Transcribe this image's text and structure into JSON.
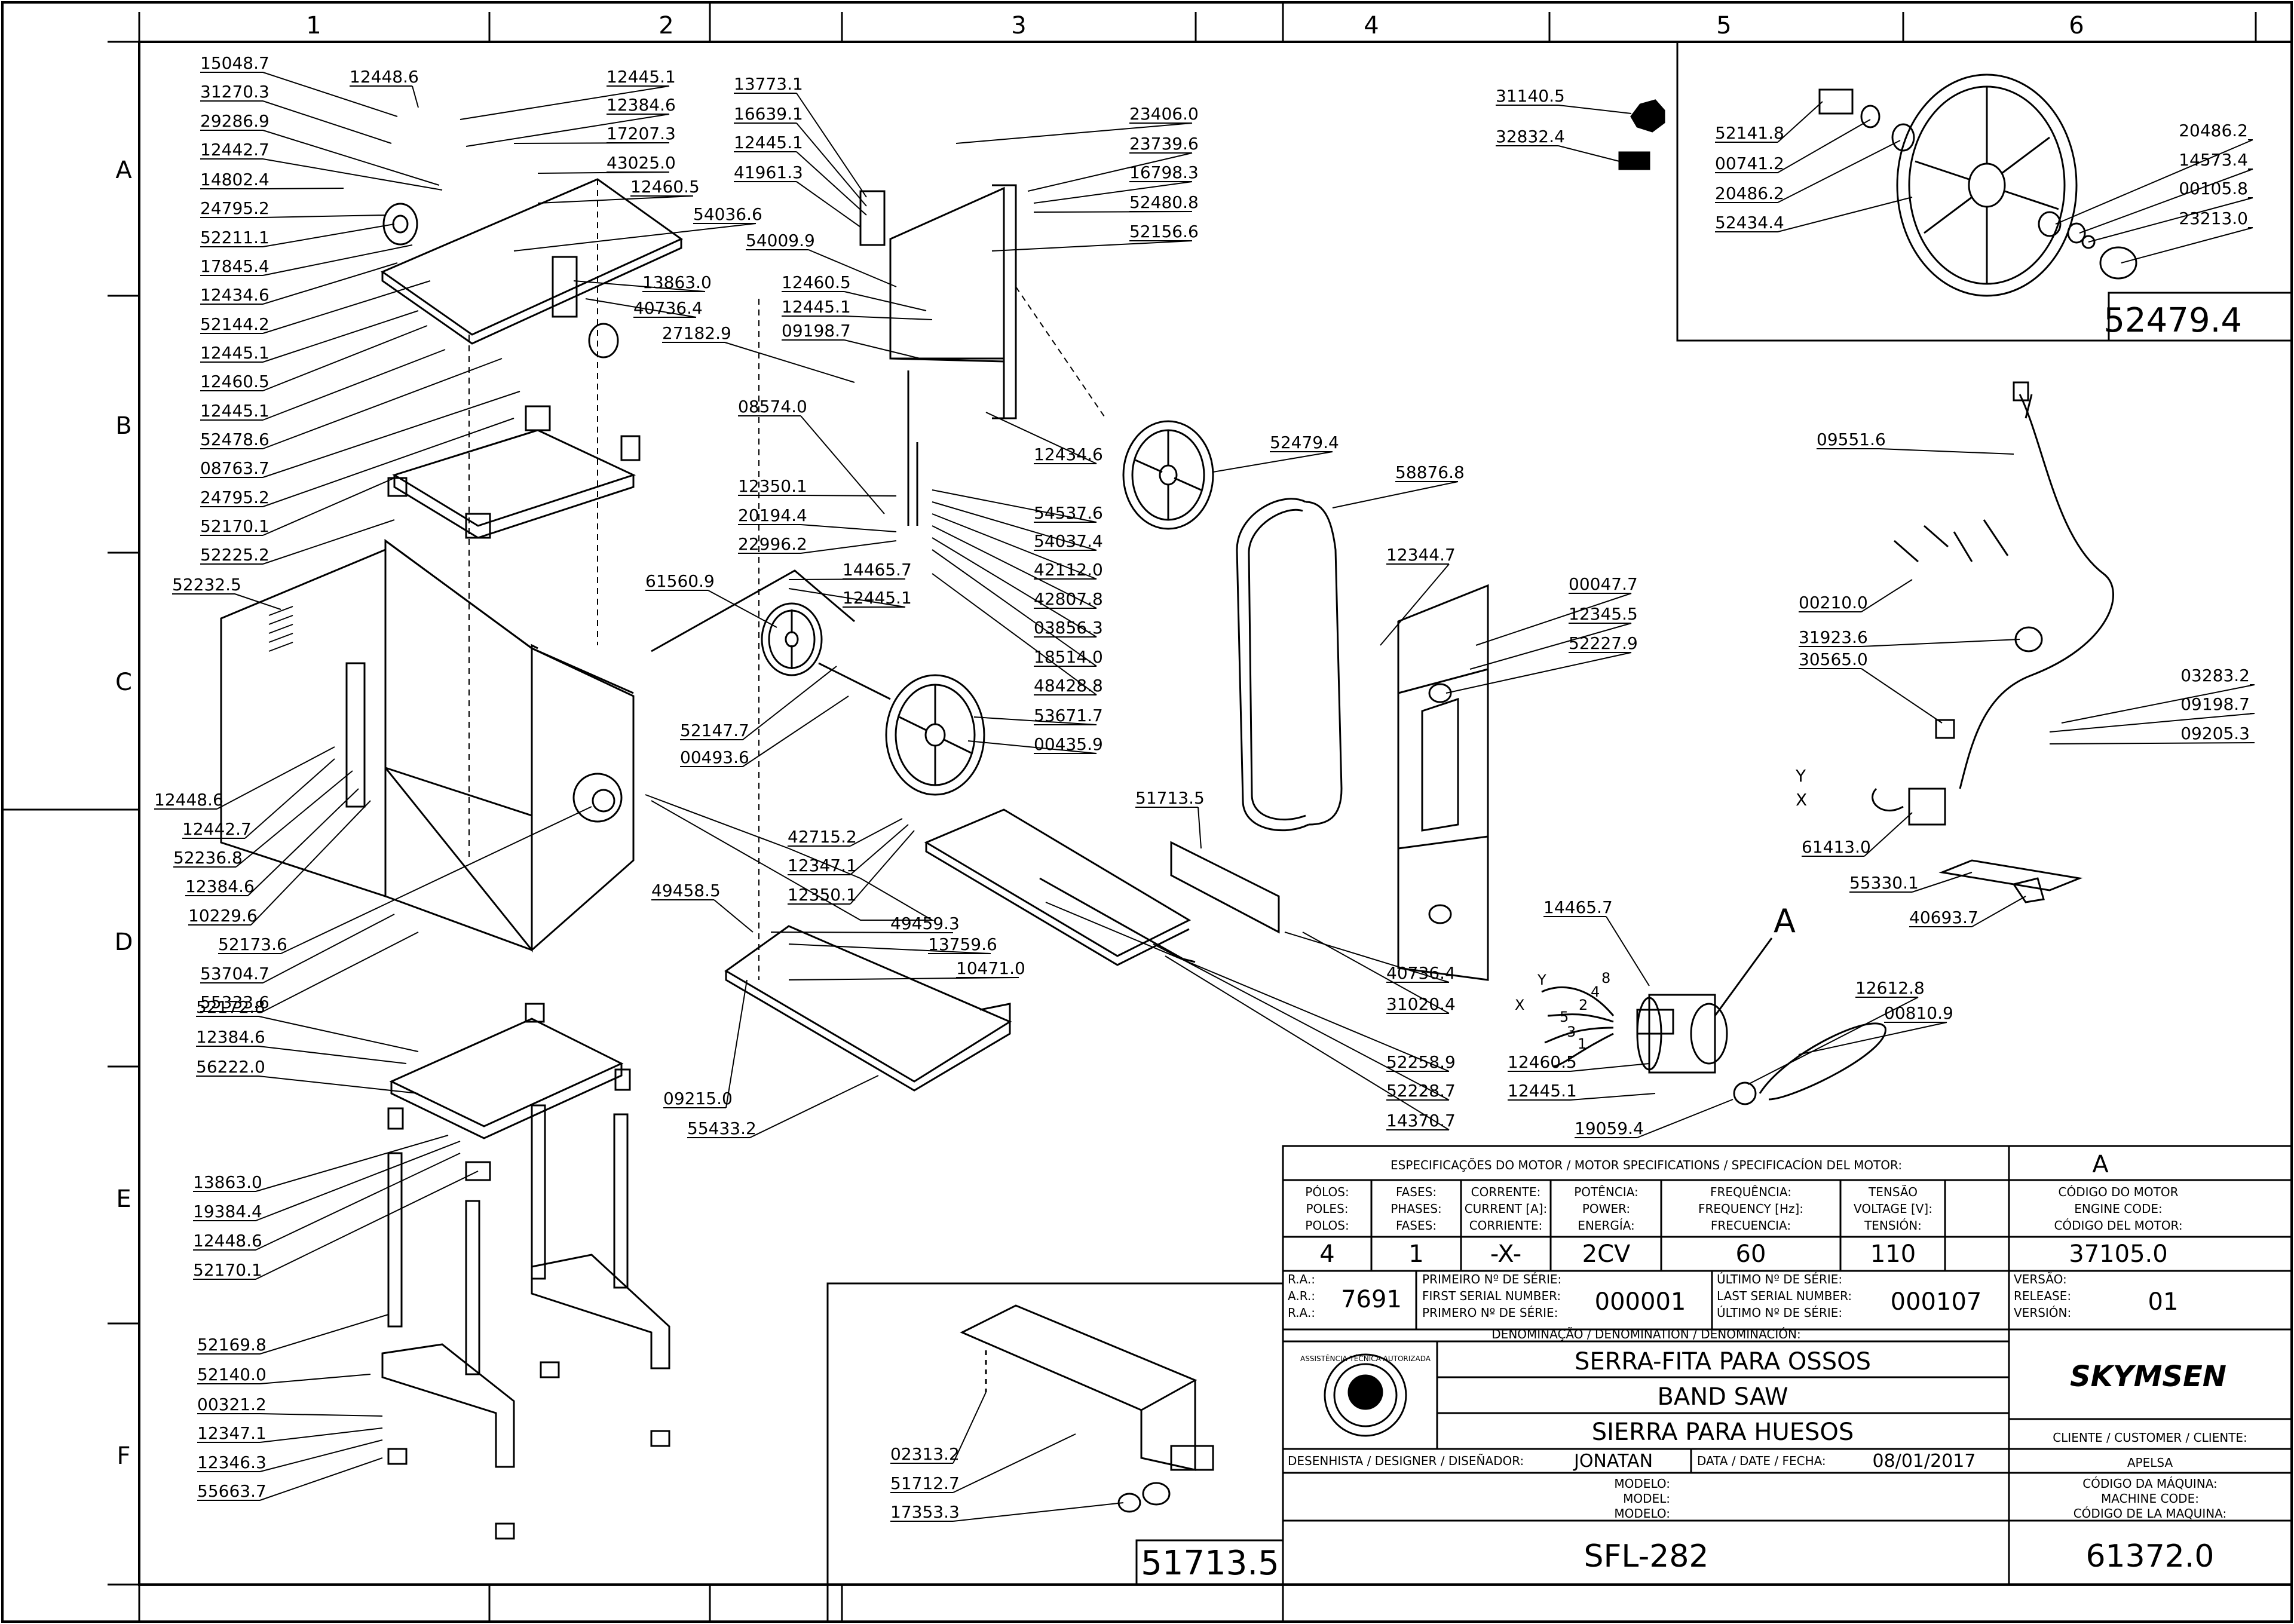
{
  "grid": {
    "columns": [
      "1",
      "2",
      "3",
      "4",
      "5",
      "6"
    ],
    "rows": [
      "A",
      "B",
      "C",
      "D",
      "E",
      "F"
    ]
  },
  "callouts": {
    "left_column": [
      "15048.7",
      "31270.3",
      "29286.9",
      "12442.7",
      "14802.4",
      "24795.2",
      "52211.1",
      "17845.4",
      "12434.6",
      "52144.2",
      "12445.1",
      "12460.5",
      "12445.1",
      "52478.6",
      "08763.7",
      "24795.2",
      "52170.1",
      "52225.2"
    ],
    "left_top_right": [
      "12448.6",
      "12445.1",
      "12384.6",
      "17207.3",
      "43025.0",
      "12460.5",
      "54036.6",
      "13863.0",
      "40736.4"
    ],
    "cabinet_left": [
      "52232.5",
      "12448.6",
      "12442.7",
      "52236.8",
      "12384.6",
      "10229.6",
      "52173.6",
      "53704.7",
      "55333.6"
    ],
    "base_left": [
      "52172.8",
      "12384.6",
      "56222.0",
      "13863.0",
      "19384.4",
      "12448.6",
      "52170.1",
      "52169.8",
      "52140.0",
      "00321.2",
      "12347.1",
      "12346.3",
      "55663.7"
    ],
    "column3_left": [
      "13773.1",
      "16639.1",
      "12445.1",
      "41961.3",
      "54009.9",
      "12460.5",
      "12445.1",
      "09198.7",
      "27182.9",
      "08574.0",
      "12350.1",
      "20194.4",
      "22996.2",
      "14465.7",
      "12445.1",
      "61560.9",
      "52147.7",
      "00493.6"
    ],
    "column3_right": [
      "23406.0",
      "23739.6",
      "16798.3",
      "52480.8",
      "52156.6",
      "12434.6",
      "54537.6",
      "54037.4",
      "42112.0",
      "42807.8",
      "03856.3",
      "18514.0",
      "48428.8",
      "53671.7",
      "00435.9",
      "52479.4"
    ],
    "table_parts": [
      "42715.2",
      "12347.1",
      "12350.1",
      "49458.5",
      "49459.3",
      "13759.6",
      "10471.0",
      "09215.0",
      "55433.2",
      "51713.5",
      "52258.9",
      "52228.7",
      "14370.7",
      "40736.4",
      "31020.4"
    ],
    "blade_parts": [
      "58876.8",
      "12344.7",
      "00047.7",
      "12345.5",
      "52227.9"
    ],
    "top_right_small": [
      "31140.5",
      "32832.4"
    ],
    "wheel_detail": [
      "52141.8",
      "00741.2",
      "20486.2",
      "52434.4",
      "20486.2",
      "14573.4",
      "00105.8",
      "23213.0"
    ],
    "wheel_detail_code": "52479.4",
    "electrical": [
      "09551.6",
      "00210.0",
      "31923.6",
      "30565.0",
      "03283.2",
      "09198.7",
      "09205.3",
      "61413.0",
      "55330.1",
      "40693.7"
    ],
    "wire_labels": {
      "y": "Y",
      "x": "X"
    },
    "motor_parts": [
      "14465.7",
      "12460.5",
      "12445.1",
      "19059.4",
      "12612.8",
      "00810.9"
    ],
    "motor_detail_letter": "A",
    "motor_wire_numbers": [
      "8",
      "4",
      "2",
      "5",
      "3",
      "1"
    ],
    "guard_detail": [
      "02313.2",
      "51712.7",
      "17353.3"
    ],
    "guard_detail_code": "51713.5"
  },
  "title_block": {
    "motor_spec_header": "ESPECIFICAÇÕES DO MOTOR / MOTOR SPECIFICATIONS / SPECIFICACÍON DEL MOTOR:",
    "motor_ref_letter": "A",
    "col_poles": [
      "PÓLOS:",
      "POLES:",
      "POLOS:"
    ],
    "col_phases": [
      "FASES:",
      "PHASES:",
      "FASES:"
    ],
    "col_current": [
      "CORRENTE:",
      "CURRENT [A]:",
      "CORRIENTE:"
    ],
    "col_power": [
      "POTÊNCIA:",
      "POWER:",
      "ENERGÍA:"
    ],
    "col_freq": [
      "FREQUÊNCIA:",
      "FREQUENCY [Hz]:",
      "FRECUENCIA:"
    ],
    "col_voltage": [
      "TENSÃO",
      "VOLTAGE [V]:",
      "TENSIÓN:"
    ],
    "col_motor_code": [
      "CÓDIGO DO MOTOR",
      "ENGINE CODE:",
      "CÓDIGO DEL MOTOR:"
    ],
    "val_poles": "4",
    "val_phases": "1",
    "val_current": "-X-",
    "val_power": "2CV",
    "val_freq": "60",
    "val_voltage": "110",
    "val_motor_code": "37105.0",
    "ra_labels": [
      "R.A.:",
      "A.R.:",
      "R.A.:"
    ],
    "ra_value": "7691",
    "first_serial_labels": [
      "PRIMEIRO Nº DE SÉRIE:",
      "FIRST SERIAL NUMBER:",
      "PRIMERO Nº DE SÉRIE:"
    ],
    "first_serial_value": "000001",
    "last_serial_labels": [
      "ÚLTIMO Nº DE SÉRIE:",
      "LAST SERIAL NUMBER:",
      "ÚLTIMO Nº DE SÉRIE:"
    ],
    "last_serial_value": "000107",
    "version_labels": [
      "VERSÃO:",
      "RELEASE:",
      "VERSIÓN:"
    ],
    "version_value": "01",
    "denomination_header": "DENOMINAÇÃO / DENOMINATION / DENOMINACIÓN:",
    "name_pt": "SERRA-FITA PARA OSSOS",
    "name_en": "BAND SAW",
    "name_es": "SIERRA PARA HUESOS",
    "brand": "SKYMSEN",
    "seal_text": "ASSISTÊNCIA TÉCNICA AUTORIZADA",
    "customer_label": "CLIENTE / CUSTOMER / CLIENTE:",
    "customer_value": "APELSA",
    "designer_label": "DESENHISTA / DESIGNER / DISEÑADOR:",
    "designer_value": "JONATAN",
    "date_label": "DATA / DATE / FECHA:",
    "date_value": "08/01/2017",
    "model_labels": [
      "MODELO:",
      "MODEL:",
      "MODELO:"
    ],
    "machine_code_labels": [
      "CÓDIGO DA MÁQUINA:",
      "MACHINE CODE:",
      "CÓDIGO DE LA MAQUINA:"
    ],
    "model_value": "SFL-282",
    "machine_code_value": "61372.0"
  },
  "colors": {
    "line": "#000000",
    "paper": "#ffffff"
  }
}
